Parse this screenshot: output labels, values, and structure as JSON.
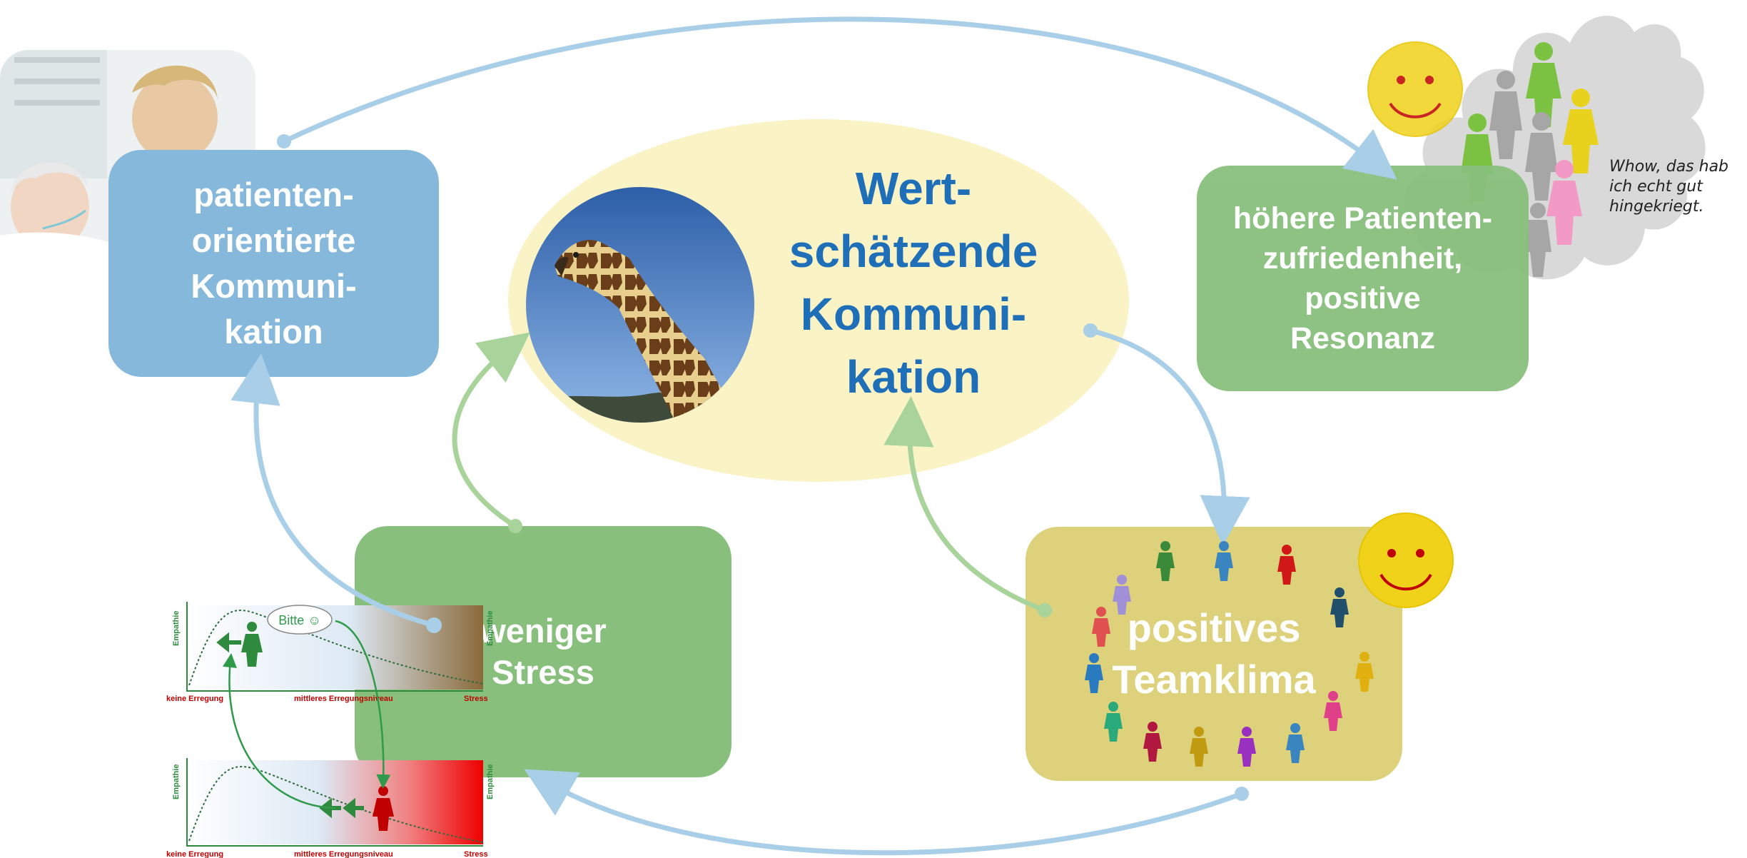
{
  "center": {
    "title": "Wert-\nschätzende\nKommuni-\nkation"
  },
  "boxes": {
    "patient": "patienten-\norientierte\nKommuni-\nkation",
    "stress": "weniger\nStress",
    "team": "positives\nTeamklima",
    "satisfaction": "höhere Patienten-\nzufriedenheit,\npositive\nResonanz"
  },
  "quote": "Whow, das hab\nich echt gut\nhingekriegt.",
  "mini_chart": {
    "ylabel": "Empathie",
    "x_left": "keine Erregung",
    "x_mid": "mittleres Erregungsniveau",
    "x_right": "Stress",
    "speech": "Bitte ☺"
  },
  "colors": {
    "blue_box": "#86b8dc",
    "green_box": "#88bf7c",
    "yellow_box": "#ddd27b",
    "ellipse": "#faf3c6",
    "title_blue": "#1f6fb8",
    "arrow_blue": "#a9cfe8",
    "arrow_green": "#a8d39a"
  },
  "icons": [
    "smiley-icon",
    "person-icon",
    "giraffe-photo",
    "nurse-patient-photo",
    "crowd-cloud"
  ]
}
